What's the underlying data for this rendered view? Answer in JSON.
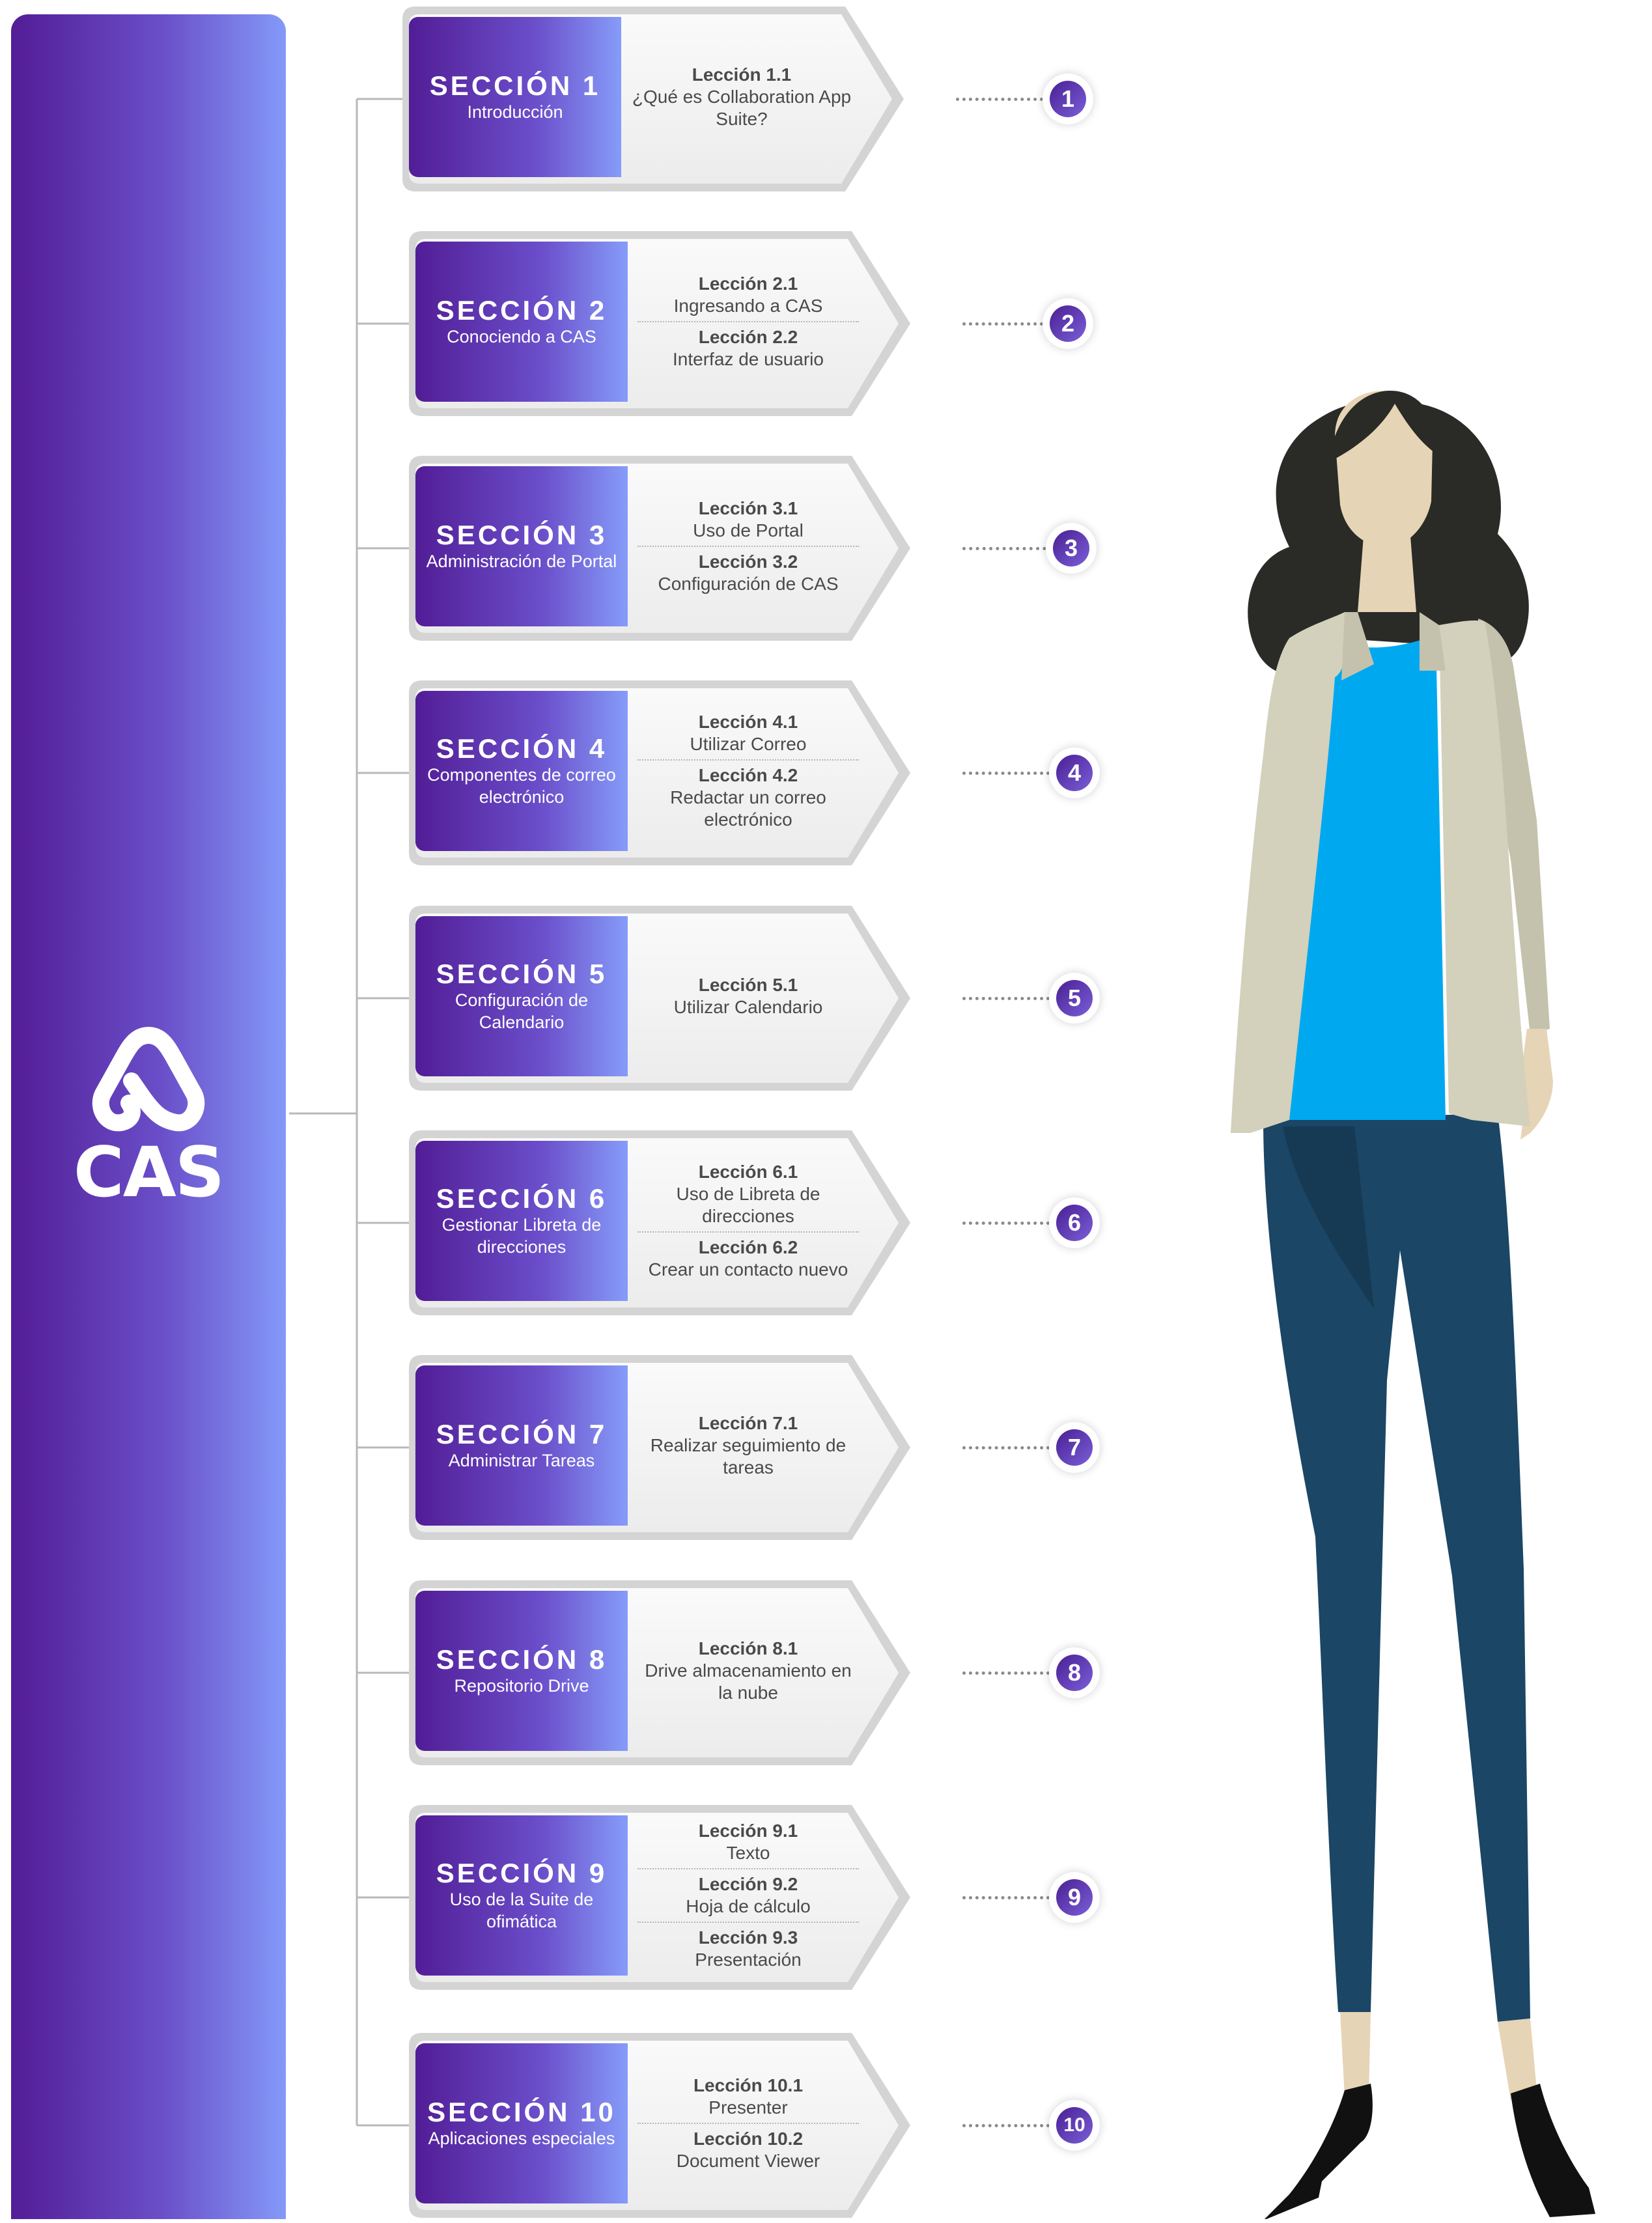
{
  "logo": {
    "text": "CAS"
  },
  "colors": {
    "sidebar_dark": "#531d96",
    "sidebar_light": "#8499f8",
    "card_bg": "#f2f2f2",
    "badge": "#5b2fb0",
    "shirt": "#00a8f0",
    "jacket": "#d3d0bb",
    "pants": "#1c4766",
    "hair": "#2a2a26",
    "skin": "#e6d4b6"
  },
  "sections": [
    {
      "title": "SECCIÓN 1",
      "subtitle": "Introducción",
      "badge": "1",
      "lessons": [
        {
          "num": "Lección 1.1",
          "name": "¿Qué es Collaboration App Suite?"
        }
      ]
    },
    {
      "title": "SECCIÓN 2",
      "subtitle": "Conociendo a CAS",
      "badge": "2",
      "lessons": [
        {
          "num": "Lección 2.1",
          "name": "Ingresando a CAS"
        },
        {
          "num": "Lección 2.2",
          "name": "Interfaz de usuario"
        }
      ]
    },
    {
      "title": "SECCIÓN 3",
      "subtitle": "Administración de Portal",
      "badge": "3",
      "lessons": [
        {
          "num": "Lección 3.1",
          "name": "Uso de Portal"
        },
        {
          "num": "Lección 3.2",
          "name": "Configuración de CAS"
        }
      ]
    },
    {
      "title": "SECCIÓN 4",
      "subtitle": "Componentes de correo electrónico",
      "badge": "4",
      "lessons": [
        {
          "num": "Lección 4.1",
          "name": "Utilizar Correo"
        },
        {
          "num": "Lección 4.2",
          "name": "Redactar un correo electrónico"
        }
      ]
    },
    {
      "title": "SECCIÓN 5",
      "subtitle": "Configuración de Calendario",
      "badge": "5",
      "lessons": [
        {
          "num": "Lección 5.1",
          "name": "Utilizar Calendario"
        }
      ]
    },
    {
      "title": "SECCIÓN 6",
      "subtitle": "Gestionar Libreta de direcciones",
      "badge": "6",
      "lessons": [
        {
          "num": "Lección 6.1",
          "name": "Uso de Libreta de direcciones"
        },
        {
          "num": "Lección 6.2",
          "name": "Crear un contacto nuevo"
        }
      ]
    },
    {
      "title": "SECCIÓN 7",
      "subtitle": "Administrar Tareas",
      "badge": "7",
      "lessons": [
        {
          "num": "Lección 7.1",
          "name": "Realizar seguimiento de tareas"
        }
      ]
    },
    {
      "title": "SECCIÓN 8",
      "subtitle": "Repositorio Drive",
      "badge": "8",
      "lessons": [
        {
          "num": "Lección 8.1",
          "name": "Drive almacenamiento en la nube"
        }
      ]
    },
    {
      "title": "SECCIÓN 9",
      "subtitle": "Uso de la Suite de ofimática",
      "badge": "9",
      "lessons": [
        {
          "num": "Lección 9.1",
          "name": "Texto"
        },
        {
          "num": "Lección 9.2",
          "name": "Hoja de cálculo"
        },
        {
          "num": "Lección 9.3",
          "name": "Presentación"
        }
      ]
    },
    {
      "title": "SECCIÓN 10",
      "subtitle": "Aplicaciones especiales",
      "badge": "10",
      "lessons": [
        {
          "num": "Lección 10.1",
          "name": "Presenter"
        },
        {
          "num": "Lección 10.2",
          "name": "Document Viewer"
        }
      ]
    }
  ]
}
